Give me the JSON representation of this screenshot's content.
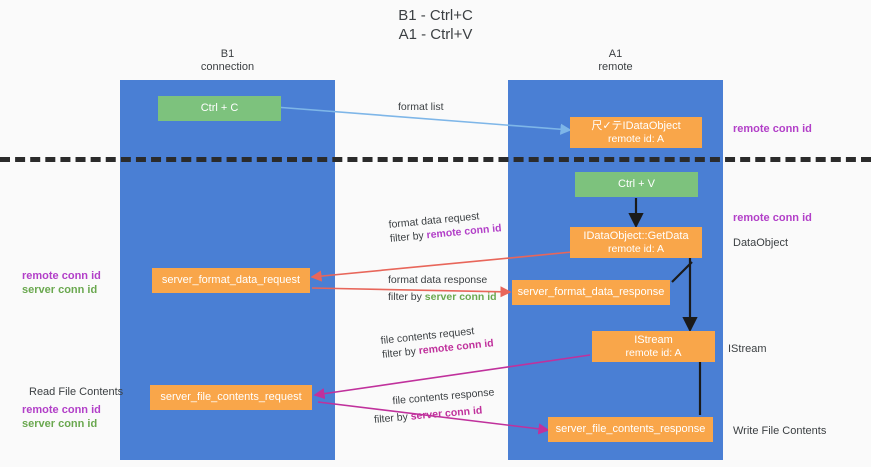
{
  "title": {
    "line1": "B1 - Ctrl+C",
    "line2": "A1 - Ctrl+V"
  },
  "lanes": [
    {
      "id": "b1",
      "name": "B1",
      "sub": "connection"
    },
    {
      "id": "a1",
      "name": "A1",
      "sub": "remote"
    }
  ],
  "boxes": {
    "ctrl_c": {
      "label": "Ctrl + C",
      "color": "#7dc27d"
    },
    "ctrl_v": {
      "label": "Ctrl + V",
      "color": "#7dc27d"
    },
    "idataobject": {
      "line1": "尺✓テIDataObject",
      "line2": "remote id: A",
      "color": "#f9a64a"
    },
    "getdata": {
      "line1": "IDataObject::GetData",
      "line2": "remote id: A",
      "color": "#f9a64a"
    },
    "istream": {
      "line1": "IStream",
      "line2": "remote id: A",
      "color": "#f9a64a"
    },
    "server_format_data_request": {
      "label": "server_format_data_request",
      "color": "#f9a64a"
    },
    "server_format_data_response": {
      "label": "server_format_data_response",
      "color": "#f9a64a"
    },
    "server_file_contents_request": {
      "label": "server_file_contents_request",
      "color": "#f9a64a"
    },
    "server_file_contents_response": {
      "label": "server_file_contents_response",
      "color": "#f9a64a"
    }
  },
  "edge_labels": {
    "format_list": "format list",
    "format_data_request": "format data request",
    "format_data_request_filter_prefix": "filter by ",
    "format_data_request_filter_key": "remote conn id",
    "format_data_response": "format data response",
    "format_data_response_filter_prefix": "filter by ",
    "format_data_response_filter_key": "server conn id",
    "file_contents_request": "file contents request",
    "file_contents_request_filter_prefix": "filter by ",
    "file_contents_request_filter_key": "remote conn id",
    "file_contents_response": "file contents response",
    "file_contents_response_filter_prefix": "filter by ",
    "file_contents_response_filter_key": "server conn id"
  },
  "right_labels": {
    "remote_conn_id_top": "remote conn id",
    "remote_conn_id_mid": "remote conn id",
    "dataobject": "DataObject",
    "istream": "IStream",
    "write_file_contents": "Write File Contents"
  },
  "left_labels": {
    "remote_conn_id": "remote conn id",
    "server_conn_id": "server conn id",
    "read_file_contents": "Read File Contents",
    "remote_conn_id_2": "remote conn id",
    "server_conn_id_2": "server conn id"
  },
  "colors": {
    "lane": "#4a7fd4",
    "green_box": "#7dc27d",
    "orange_box": "#f9a64a",
    "remote_key": "#b23fc8",
    "server_key": "#6aa84f",
    "divider": "#2b2b2b",
    "arrow_blue": "#7eb6e8",
    "arrow_red": "#e8665a",
    "arrow_magenta": "#c0319c",
    "arrow_black": "#1a1a1a"
  }
}
